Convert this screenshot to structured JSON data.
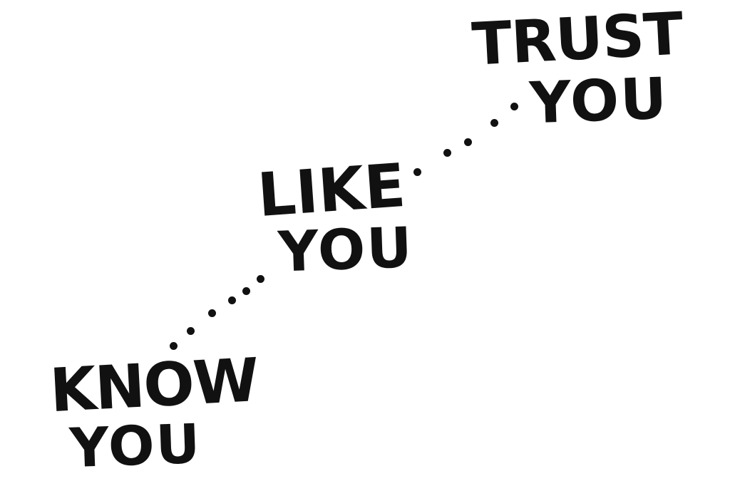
{
  "stages": [
    {
      "id": "know",
      "line1": "KNOW",
      "line2": "YOU"
    },
    {
      "id": "like",
      "line1": "LIKE",
      "line2": "YOU"
    },
    {
      "id": "trust",
      "line1": "TRUST",
      "line2": "YOU"
    }
  ],
  "colors": {
    "ink": "#111111",
    "background": "#ffffff"
  }
}
